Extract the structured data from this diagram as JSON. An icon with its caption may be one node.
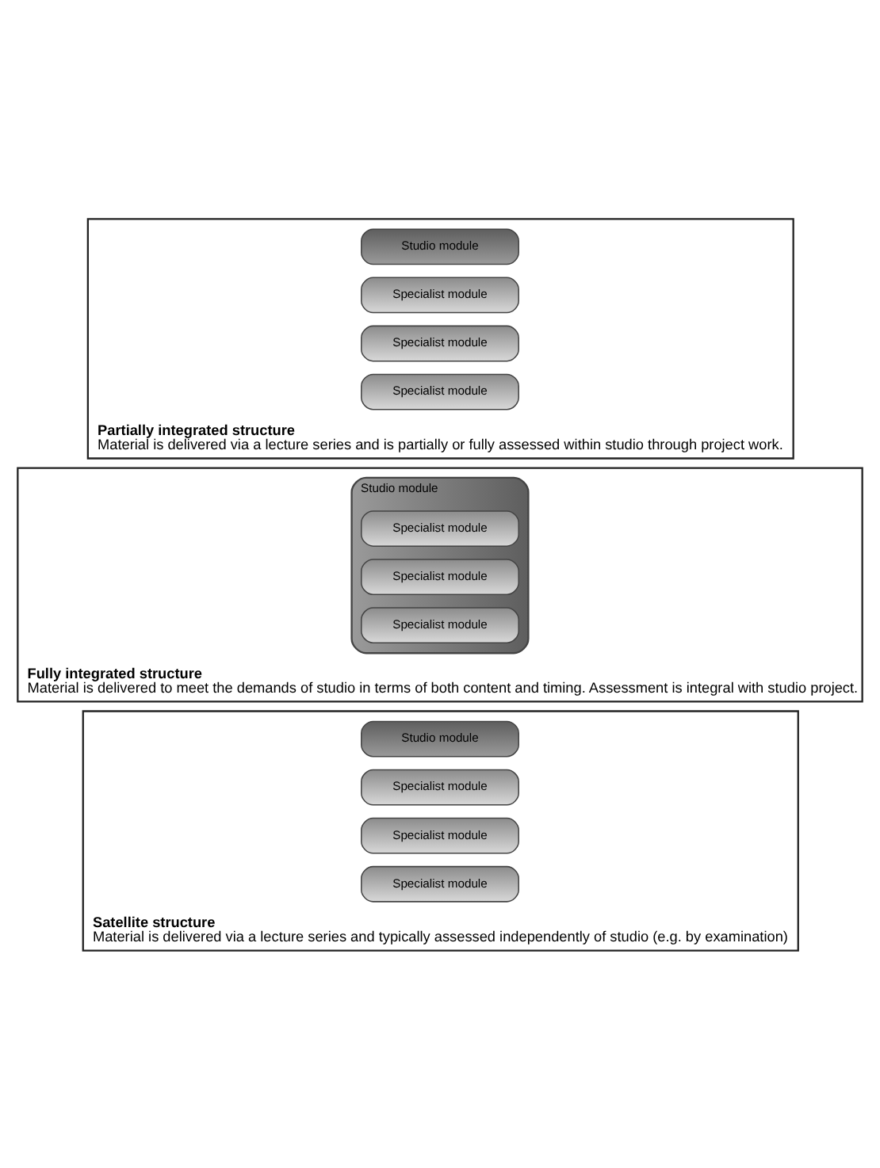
{
  "diagram": {
    "nodes": [
      {
        "text": [
          "Satellite structure",
          "Material is delivered via a lecture series and typically assessed independently of studio (e.g. by examination)"
        ]
      },
      {
        "text": [
          "Studio module"
        ],
        "in": 0
      },
      {
        "text": [
          "Specialist module"
        ],
        "in": 0
      },
      {
        "text": [
          "Specialist module"
        ],
        "in": 0
      },
      {
        "text": [
          "Specialist module"
        ],
        "in": 0
      },
      {
        "text": [
          "Fully integrated structure",
          "Material is delivered to meet the demands of studio in terms of both content and timing. Assessment is integral with studio project."
        ]
      },
      {
        "text": [
          "Studio module"
        ],
        "in": 5
      },
      {
        "text": [
          "Specialist module"
        ],
        "in": 6
      },
      {
        "text": [
          "Specialist module"
        ],
        "in": 6
      },
      {
        "text": [
          "Specialist module"
        ],
        "in": 6
      },
      {
        "text": [
          "Partially integrated structure",
          "Material is delivered via a lecture series and is partially or fully assessed within studio through project work."
        ]
      },
      {
        "text": [
          "Studio module"
        ],
        "in": 10
      },
      {
        "text": [
          "Specialist module"
        ],
        "in": 10
      },
      {
        "text": [
          "Specialist module"
        ],
        "in": 10
      },
      {
        "text": [
          "Specialist module"
        ],
        "in": 10
      }
    ],
    "edges": []
  }
}
